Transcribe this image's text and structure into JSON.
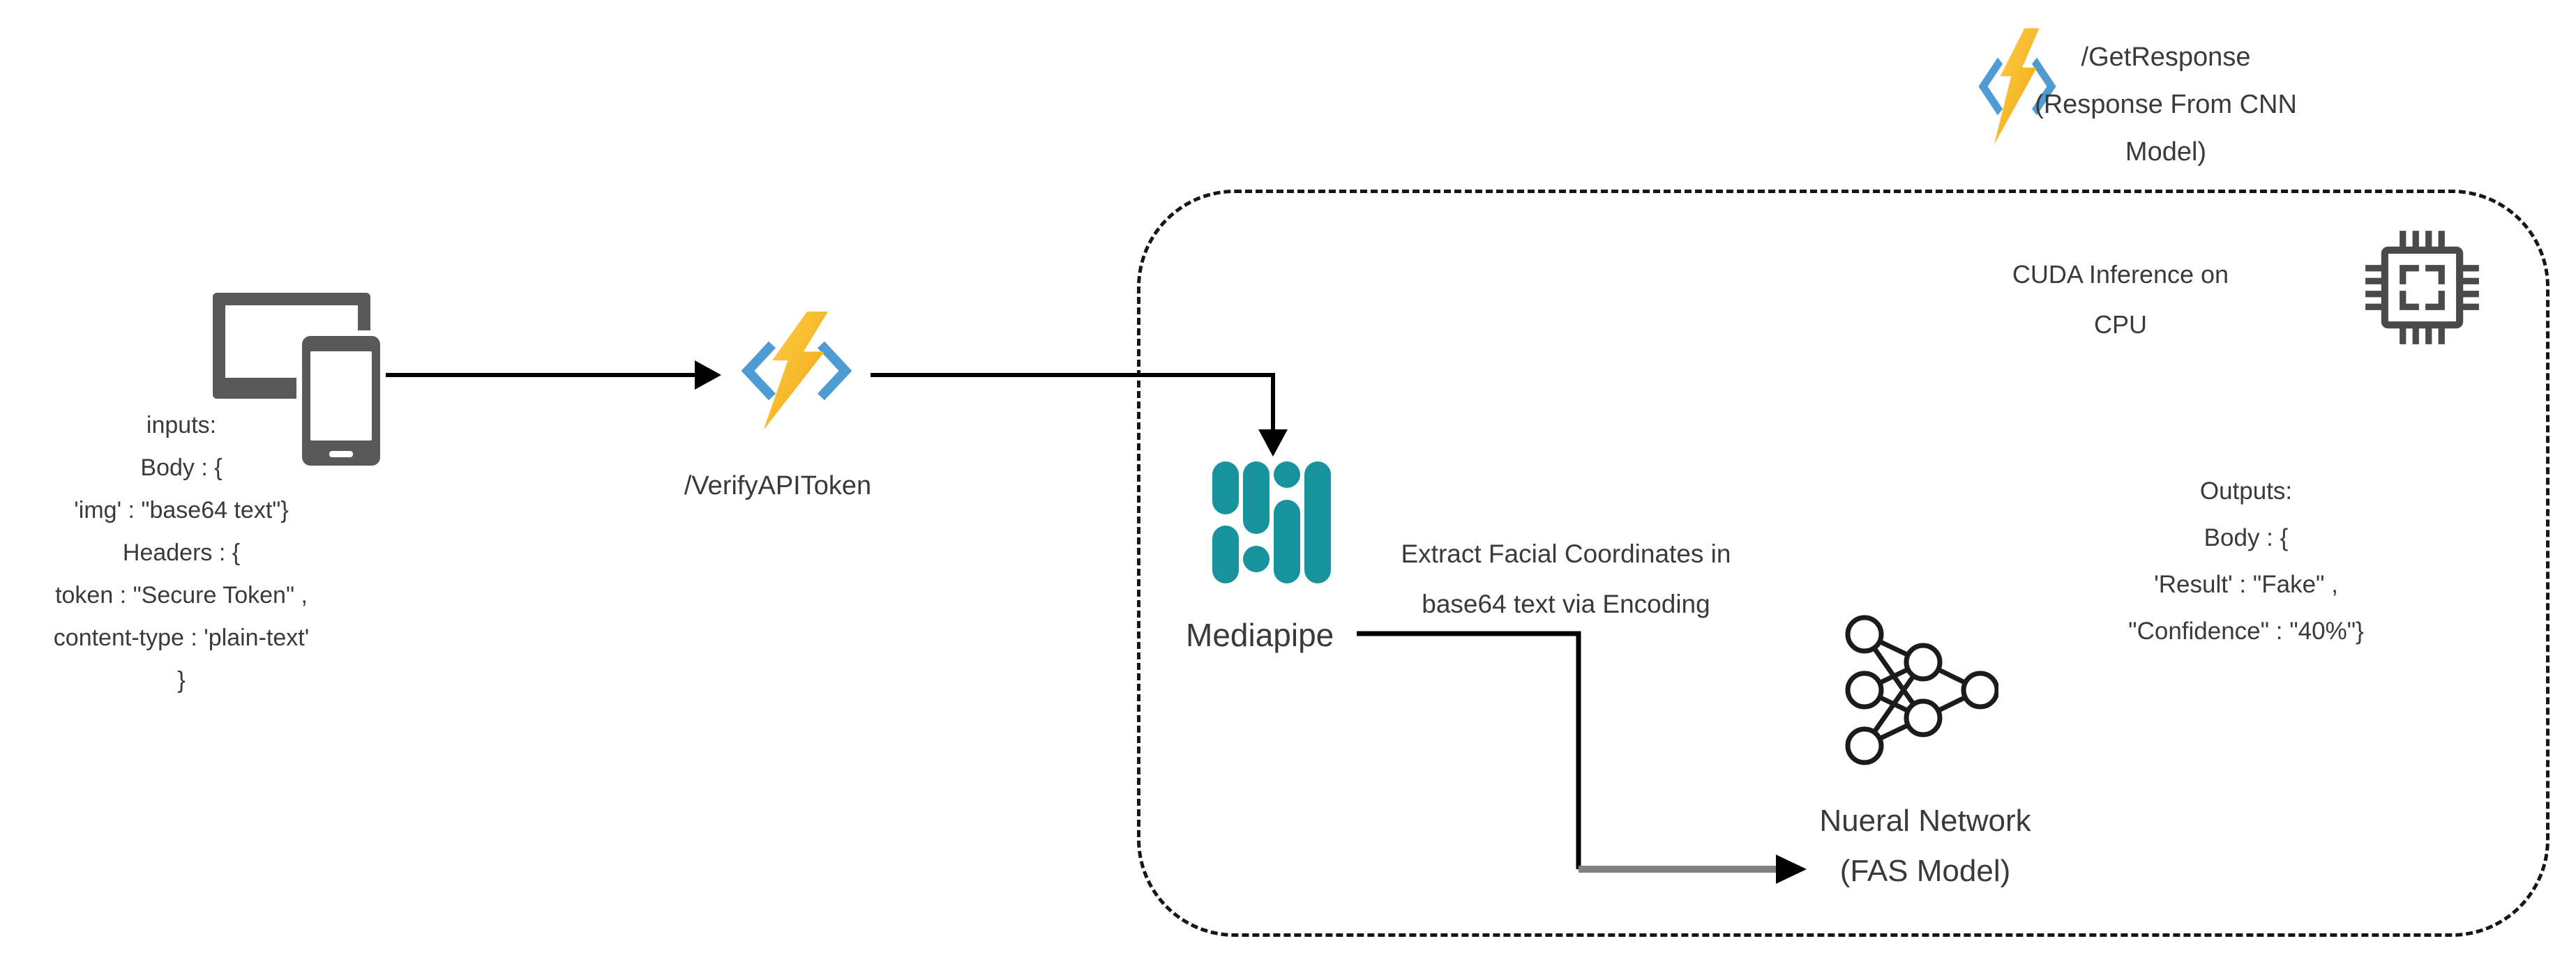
{
  "client": {
    "input_lines": [
      "inputs:",
      "Body : {",
      "'img' : \"base64 text\"}",
      "Headers : {",
      "token : \"Secure Token\" ,",
      "content-type : 'plain-text'",
      "}"
    ]
  },
  "verify_function": {
    "label": "/VerifyAPIToken"
  },
  "get_response_function": {
    "lines": [
      "/GetResponse",
      "(Response From CNN",
      "Model)"
    ]
  },
  "mediapipe": {
    "label": "Mediapipe"
  },
  "extract_note": {
    "lines": [
      "Extract Facial Coordinates in",
      "base64 text via Encoding"
    ]
  },
  "cuda": {
    "lines": [
      "CUDA Inference on",
      "CPU"
    ]
  },
  "outputs": {
    "lines": [
      "Outputs:",
      "Body : {",
      "'Result' : \"Fake\" ,",
      "\"Confidence\" : \"40%\"}"
    ]
  },
  "neural_network": {
    "lines": [
      "Nueral Network",
      "(FAS Model)"
    ]
  },
  "colors": {
    "mediapipe_teal": "#17939E",
    "azure_blue": "#4E9CD3",
    "bolt_yellow_light": "#FFD14F",
    "bolt_yellow_dark": "#F0A30A",
    "device_gray": "#595959",
    "chip_gray": "#4A4A4A",
    "arrow_black": "#000000",
    "arrow_gray": "#808080",
    "text_gray": "#3A3A3A"
  }
}
